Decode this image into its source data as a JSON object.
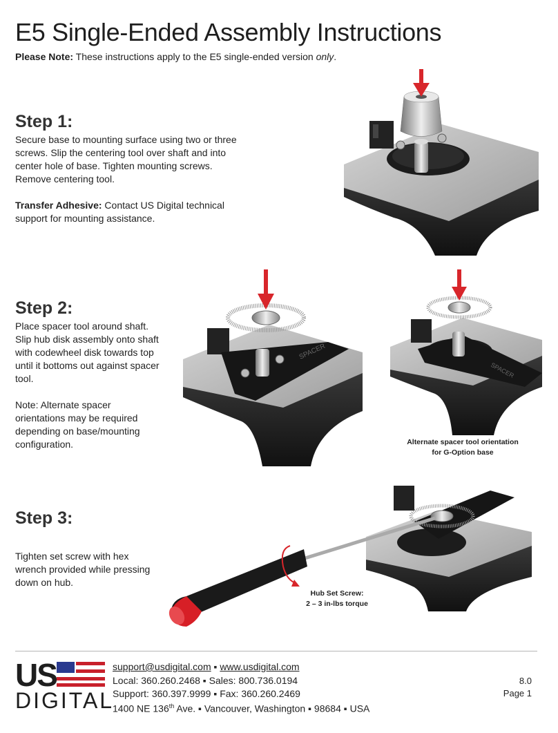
{
  "doc": {
    "title": "E5 Single-Ended Assembly Instructions",
    "note_label": "Please Note:",
    "note_text": " These instructions apply to the E5 single-ended version ",
    "note_emph": "only",
    "note_end": "."
  },
  "steps": [
    {
      "heading": "Step 1:",
      "paragraphs": [
        "Secure base to mounting surface using two or three screws. Slip the centering tool over shaft and into center hole of base. Tighten mounting screws. Remove centering tool."
      ],
      "extra_label": "Transfer Adhesive:",
      "extra_text": " Contact US Digital technical support for mounting assistance."
    },
    {
      "heading": "Step 2:",
      "paragraphs": [
        "Place spacer tool around shaft. Slip hub disk assembly onto shaft with codewheel disk towards top until it bottoms out against spacer tool.",
        "Note:  Alternate spacer orientations may be required depending on base/mounting configuration."
      ],
      "caption_line1": "Alternate spacer tool orientation",
      "caption_line2": "for G-Option base",
      "spacer_label": "SPACER"
    },
    {
      "heading": "Step 3:",
      "paragraphs": [
        "Tighten set screw with hex wrench provided while pressing down on hub."
      ],
      "caption_line1": "Hub Set Screw:",
      "caption_line2": "2 – 3 in-lbs torque"
    }
  ],
  "footer": {
    "logo_top": "US",
    "logo_bottom": "DIGITAL",
    "email": "support@usdigital.com",
    "sep": " ▪ ",
    "website": "www.usdigital.com",
    "phones": "Local: 360.260.2468 ▪ Sales: 800.736.0194",
    "support": "Support: 360.397.9999 ▪ Fax: 360.260.2469",
    "addr_num": "1400 NE 136",
    "addr_sup": "th",
    "addr_rest": " Ave. ▪ Vancouver, Washington ▪ 98684 ▪ USA",
    "version": "8.0",
    "page": "Page 1"
  },
  "colors": {
    "arrow": "#d8262b",
    "base_dark": "#2a2a2a",
    "base_top": "#bdbdbd",
    "handle": "#1a1a1a",
    "handle_tip": "#d71f26",
    "flag_red": "#c8202b",
    "flag_blue": "#2a3a8f"
  }
}
